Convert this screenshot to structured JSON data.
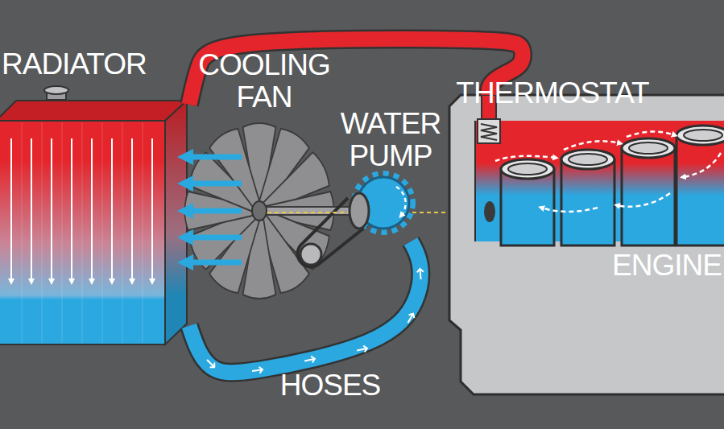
{
  "diagram": {
    "nodes": [
      {
        "text": [
          "RADIATOR"
        ]
      },
      {
        "text": [
          "WATER PUMP"
        ]
      },
      {
        "text": [
          "ENGINE"
        ]
      }
    ],
    "edges": [
      {
        "from": 2,
        "to": 0,
        "arrow": "none"
      },
      {
        "from": 0,
        "to": 1,
        "arrow": "none"
      }
    ],
    "labels": [
      "COOLING FAN",
      "THERMOSTAT",
      "HOSES"
    ]
  }
}
